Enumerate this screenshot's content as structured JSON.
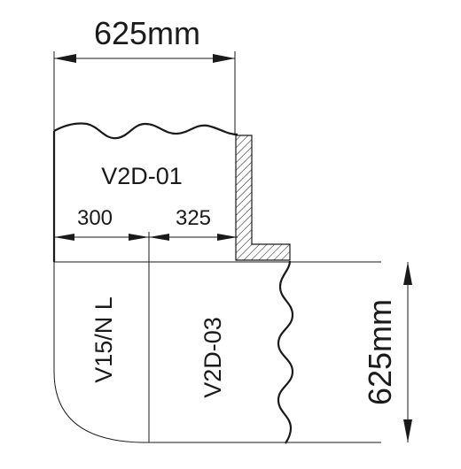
{
  "dimensions": {
    "top_overall": "625mm",
    "right_overall": "625mm",
    "left_segment": "300",
    "right_segment": "325"
  },
  "panels": {
    "upper": "V2D-01",
    "lower_left": "V15/N L",
    "lower_right": "V2D-03"
  },
  "colors": {
    "ink": "#1a1a1a",
    "background": "#ffffff"
  }
}
